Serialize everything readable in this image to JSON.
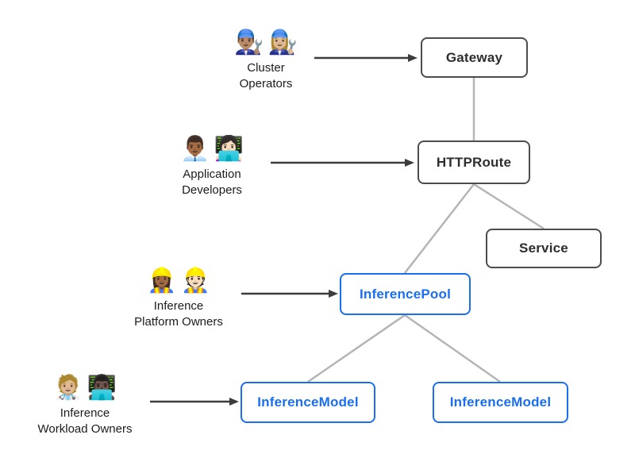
{
  "colors": {
    "node_border_dark": "#4d4d4d",
    "node_text_dark": "#2e2e2e",
    "node_blue": "#1a6ef0",
    "edge_gray": "#b5b5b5",
    "arrow_dark": "#3c3c3c",
    "background": "#ffffff"
  },
  "actors": {
    "cluster_operators": {
      "emoji_1": "👨🏽‍🔧",
      "emoji_2": "👩🏼‍🔧",
      "line1": "Cluster",
      "line2": "Operators"
    },
    "application_developers": {
      "emoji_1": "👨🏾‍💼",
      "emoji_2": "👩🏻‍💻",
      "line1": "Application",
      "line2": "Developers"
    },
    "inference_platform_owners": {
      "emoji_1": "👷🏾‍♀️",
      "emoji_2": "👷🏻",
      "line1": "Inference",
      "line2": "Platform Owners"
    },
    "inference_workload_owners": {
      "emoji_1": "🧑🏼‍⚕️",
      "emoji_2": "👨🏿‍💻",
      "line1": "Inference",
      "line2": "Workload Owners"
    }
  },
  "nodes": {
    "gateway": {
      "label": "Gateway"
    },
    "httproute": {
      "label": "HTTPRoute"
    },
    "service": {
      "label": "Service"
    },
    "inference_pool": {
      "label": "InferencePool"
    },
    "inference_model_left": {
      "label": "InferenceModel"
    },
    "inference_model_right": {
      "label": "InferenceModel"
    }
  }
}
